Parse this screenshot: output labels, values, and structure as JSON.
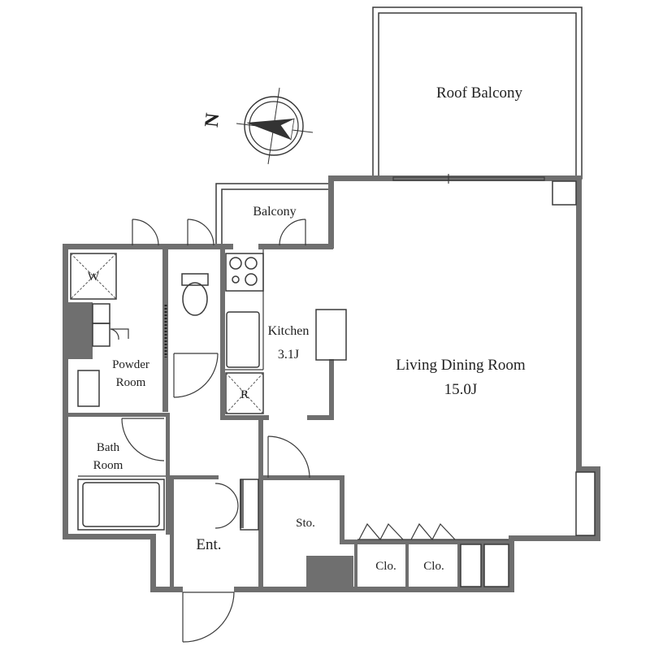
{
  "compass": {
    "letter": "N"
  },
  "rooms": {
    "roof_balcony": "Roof Balcony",
    "balcony": "Balcony",
    "kitchen": "Kitchen",
    "kitchen_size": "3.1J",
    "ldr": "Living Dining Room",
    "ldr_size": "15.0J",
    "powder_1": "Powder",
    "powder_2": "Room",
    "bath_1": "Bath",
    "bath_2": "Room",
    "entrance": "Ent.",
    "storage": "Sto.",
    "closet_1": "Clo.",
    "closet_2": "Clo.",
    "washer_mark": "W",
    "fridge_mark": "R"
  }
}
